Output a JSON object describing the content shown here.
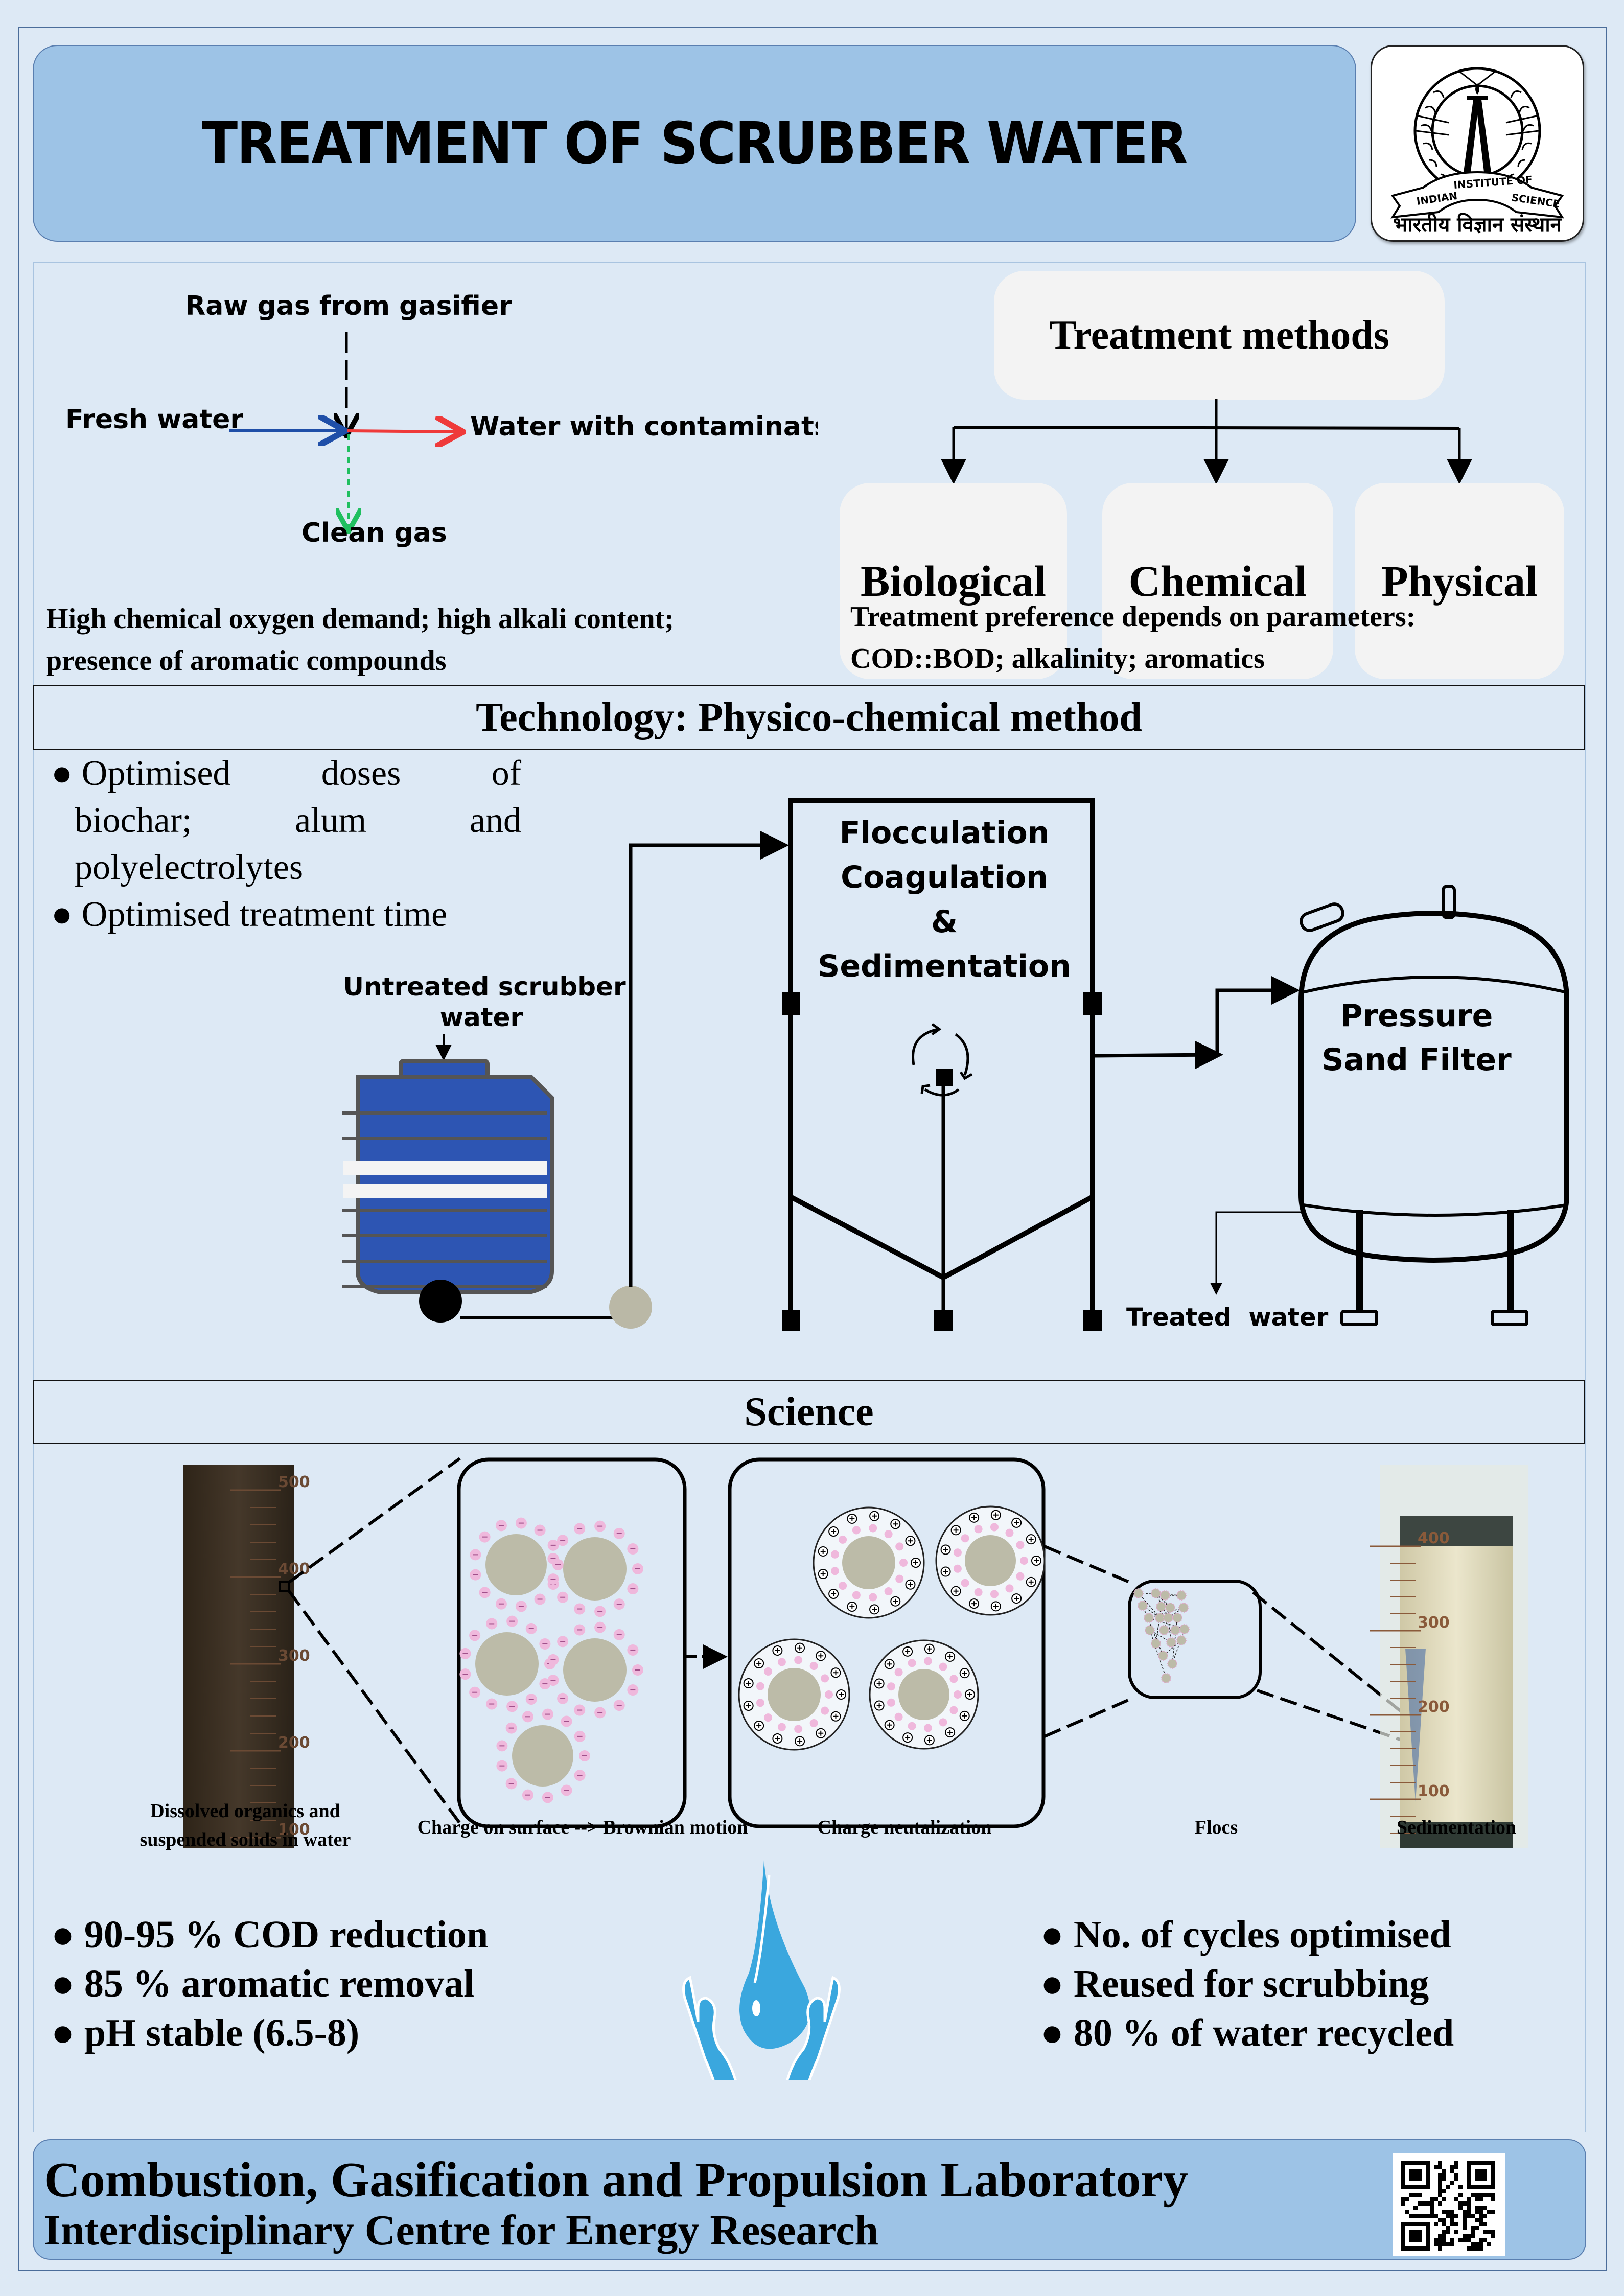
{
  "header": {
    "title": "TREATMENT OF SCRUBBER WATER",
    "logo": {
      "name": "Indian Institute of Science emblem",
      "ribbon_left": "INDIAN",
      "ribbon_middle": "INSTITUTE OF",
      "ribbon_right": "SCIENCE",
      "hindi_text": "भारतीय विज्ञान संस्थान"
    }
  },
  "scrubber_flow": {
    "top_label": "Raw gas from gasifier",
    "left_label": "Fresh water",
    "right_label": "Water with contaminats",
    "bottom_label": "Clean gas",
    "colors": {
      "fresh_water": "#1f4fa8",
      "contaminated": "#ef3a3a",
      "clean_gas": "#1fbf5f",
      "raw_gas": "#000000"
    },
    "description_lines": [
      "High chemical oxygen demand; high alkali content;",
      "presence of aromatic compounds"
    ]
  },
  "treatment_methods": {
    "root": "Treatment methods",
    "children": [
      "Biological",
      "Chemical",
      "Physical"
    ],
    "note_lines": [
      "Treatment preference depends on parameters:",
      "COD::BOD; alkalinity; aromatics"
    ]
  },
  "technology": {
    "heading": "Technology: Physico-chemical method",
    "bullets": [
      {
        "line1": [
          "Optimised",
          "doses",
          "of"
        ],
        "line2": [
          "biochar;",
          "alum",
          "and"
        ],
        "line3": "polyelectrolytes"
      },
      {
        "text": "Optimised treatment time"
      }
    ],
    "bullet_glyph": "●",
    "tank_label_lines": [
      "Untreated scrubber",
      "water"
    ],
    "reactor_label_lines": [
      "Flocculation",
      "Coagulation",
      "&",
      "Sedimentation"
    ],
    "filter_label_lines": [
      "Pressure",
      "Sand Filter"
    ],
    "output_label": "Treated  water"
  },
  "science": {
    "heading": "Science",
    "captions": [
      [
        "Dissolved organics and",
        "suspended solids in water"
      ],
      [
        "Charge on surface --> Brownian motion"
      ],
      [
        "Charge neutalization"
      ],
      [
        "Flocs"
      ],
      [
        "Sedimentation"
      ]
    ],
    "cylinder_left_marks": [
      "500",
      "400",
      "300",
      "200",
      "100"
    ],
    "cylinder_right_marks": [
      "400",
      "300",
      "200",
      "100"
    ],
    "negative_charge": "−",
    "positive_charge": "+"
  },
  "results": {
    "left": [
      "90-95 % COD reduction",
      "85 % aromatic removal",
      "pH stable (6.5-8)"
    ],
    "right": [
      "No. of cycles optimised",
      "Reused for scrubbing",
      "80 % of water recycled"
    ],
    "bullet_glyph": "●",
    "icon": "water-drop-hands-icon",
    "icon_color": "#3aa7de"
  },
  "footer": {
    "line1": "Combustion, Gasification and Propulsion Laboratory",
    "line2": "Interdisciplinary Centre for Energy Research",
    "qr": "qr-code"
  }
}
